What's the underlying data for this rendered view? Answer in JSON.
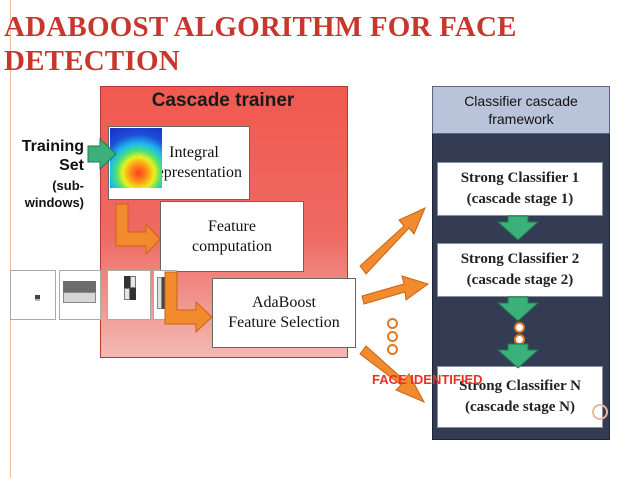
{
  "title": {
    "line1": "ADABOOST ALGORITHM FOR FACE",
    "line2": "DETECTION"
  },
  "trainer": {
    "header": "Cascade trainer",
    "integral_line1": "Integral",
    "integral_line2": "Representation",
    "feature_line1": "Feature",
    "feature_line2": "computation",
    "adaboost_line1": "AdaBoost",
    "adaboost_line2": "Feature Selection"
  },
  "training": {
    "line1": "Training",
    "line2": "Set",
    "line3": "(sub-",
    "line4": "windows)"
  },
  "framework": {
    "header_line1": "Classifier cascade",
    "header_line2": "framework",
    "stages": [
      {
        "line1": "Strong Classifier 1",
        "line2": "(cascade stage 1)"
      },
      {
        "line1": "Strong Classifier 2",
        "line2": "(cascade stage 2)"
      },
      {
        "line1": "Strong Classifier N",
        "line2": "(cascade stage N)"
      }
    ]
  },
  "face_identified": "FACE IDENTIFIED",
  "colors": {
    "title": "#c8372d",
    "trainer_panel": "#f0594f",
    "framework_panel": "#343c54",
    "framework_header": "#b9c3da",
    "orange_arrow": "#f28a2e",
    "green_arrow": "#3bb07a",
    "face_text": "#ee2f25"
  },
  "icons": [
    "green-right-arrow-icon",
    "orange-bent-arrow-icon",
    "heatmap-image",
    "haar-feature-icon",
    "down-arrow-icon"
  ]
}
